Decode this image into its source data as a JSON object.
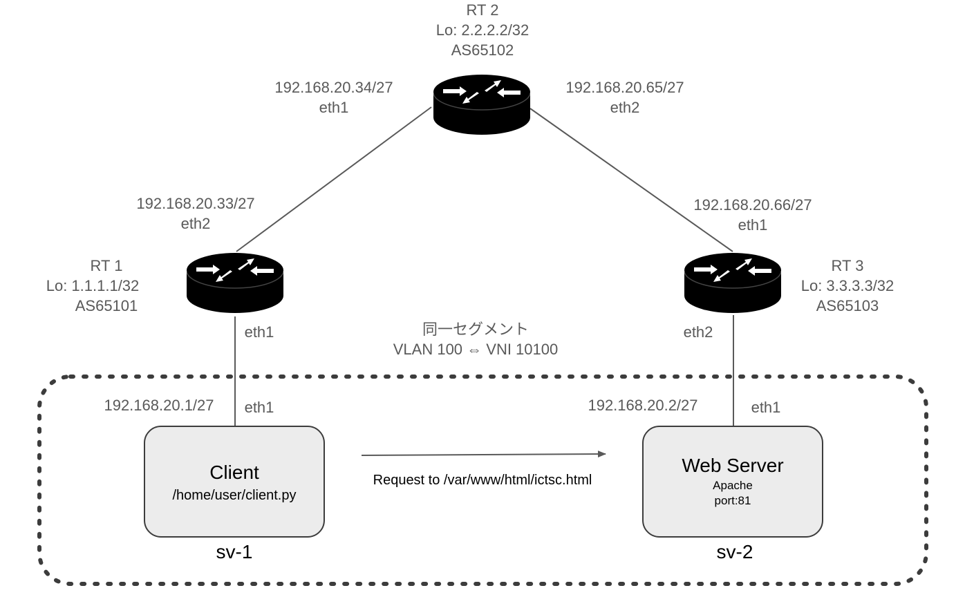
{
  "routers": {
    "rt2": {
      "name": "RT 2",
      "lo": "Lo: 2.2.2.2/32",
      "as": "AS65102"
    },
    "rt1": {
      "name": "RT 1",
      "lo": "Lo: 1.1.1.1/32",
      "as": "AS65101"
    },
    "rt3": {
      "name": "RT 3",
      "lo": "Lo: 3.3.3.3/32",
      "as": "AS65103"
    }
  },
  "links": {
    "rt2_rt1": {
      "rt2_ip": "192.168.20.34/27",
      "rt2_if": "eth1",
      "rt1_ip": "192.168.20.33/27",
      "rt1_if": "eth2"
    },
    "rt2_rt3": {
      "rt2_ip": "192.168.20.65/27",
      "rt2_if": "eth2",
      "rt3_ip": "192.168.20.66/27",
      "rt3_if": "eth1"
    },
    "rt1_sv1": {
      "rt1_if": "eth1",
      "sv1_ip": "192.168.20.1/27",
      "sv1_if": "eth1"
    },
    "rt3_sv2": {
      "rt3_if": "eth2",
      "sv2_ip": "192.168.20.2/27",
      "sv2_if": "eth1"
    }
  },
  "segment": {
    "line1": "同一セグメント",
    "line2": "VLAN 100 ⇔ VNI 10100"
  },
  "servers": {
    "sv1": {
      "title": "Client",
      "detail": "/home/user/client.py",
      "host": "sv-1"
    },
    "sv2": {
      "title": "Web Server",
      "app": "Apache",
      "port": "port:81",
      "host": "sv-2"
    }
  },
  "request": {
    "label": "Request to /var/www/html/ictsc.html"
  },
  "icons": {
    "router": "router-icon"
  },
  "colors": {
    "text": "#595959",
    "line": "#595959",
    "box_fill": "#ececec",
    "router": "#000000"
  }
}
